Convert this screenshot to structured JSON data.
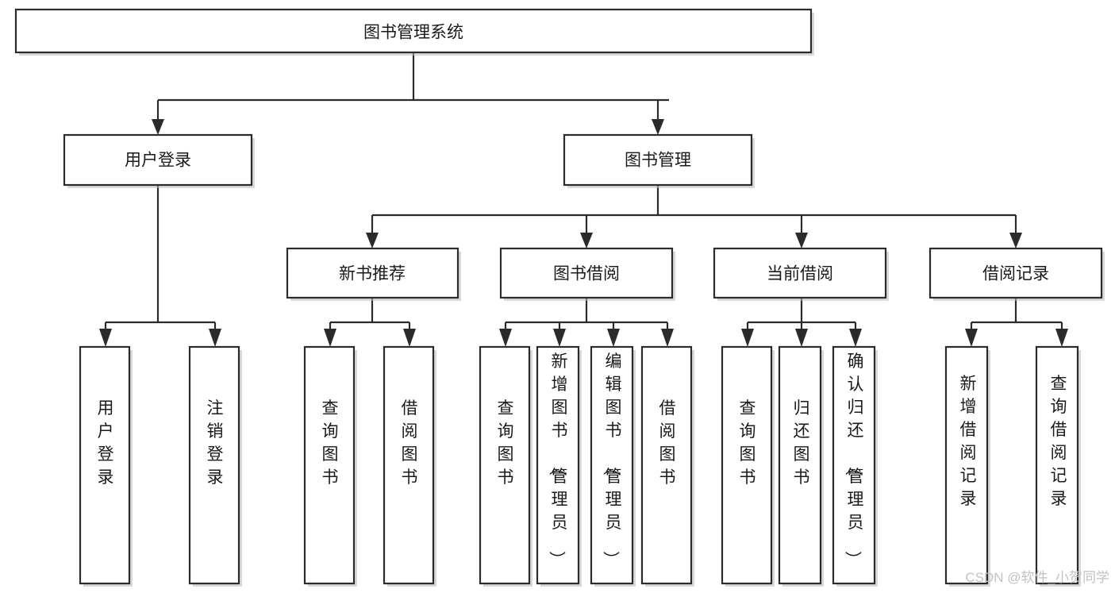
{
  "diagram": {
    "title": "图书管理系统",
    "type": "tree",
    "orientation": "top-down",
    "colors": {
      "box_stroke": "#2b2b2b",
      "box_fill": "#ffffff",
      "connector": "#2b2b2b",
      "text": "#1a1a1a",
      "watermark": "#c2c2c2",
      "background": "#ffffff"
    },
    "nodes": {
      "root": {
        "label": "图书管理系统",
        "level": 0,
        "orientation": "horizontal"
      },
      "level1": [
        {
          "id": "user-login",
          "label": "用户登录",
          "orientation": "horizontal"
        },
        {
          "id": "book-management",
          "label": "图书管理",
          "orientation": "horizontal"
        }
      ],
      "level2": [
        {
          "id": "new-book-recommend",
          "label": "新书推荐",
          "parent": "book-management",
          "orientation": "horizontal"
        },
        {
          "id": "book-borrow",
          "label": "图书借阅",
          "parent": "book-management",
          "orientation": "horizontal"
        },
        {
          "id": "current-borrow",
          "label": "当前借阅",
          "parent": "book-management",
          "orientation": "horizontal"
        },
        {
          "id": "borrow-record",
          "label": "借阅记录",
          "parent": "book-management",
          "orientation": "horizontal"
        }
      ],
      "leaves": [
        {
          "id": "leaf-user-login",
          "label": "用户登录",
          "parent": "user-login",
          "orientation": "vertical"
        },
        {
          "id": "leaf-user-logout",
          "label": "注销登录",
          "parent": "user-login",
          "orientation": "vertical"
        },
        {
          "id": "leaf-query-book-1",
          "label": "查询图书",
          "parent": "new-book-recommend",
          "orientation": "vertical"
        },
        {
          "id": "leaf-borrow-book-1",
          "label": "借阅图书",
          "parent": "new-book-recommend",
          "orientation": "vertical"
        },
        {
          "id": "leaf-query-book-2",
          "label": "查询图书",
          "parent": "book-borrow",
          "orientation": "vertical"
        },
        {
          "id": "leaf-add-book",
          "label": "新增图书（管理员）",
          "parent": "book-borrow",
          "orientation": "vertical"
        },
        {
          "id": "leaf-edit-book",
          "label": "编辑图书（管理员）",
          "parent": "book-borrow",
          "orientation": "vertical"
        },
        {
          "id": "leaf-borrow-book-2",
          "label": "借阅图书",
          "parent": "book-borrow",
          "orientation": "vertical"
        },
        {
          "id": "leaf-query-book-3",
          "label": "查询图书",
          "parent": "current-borrow",
          "orientation": "vertical"
        },
        {
          "id": "leaf-return-book",
          "label": "归还图书",
          "parent": "current-borrow",
          "orientation": "vertical"
        },
        {
          "id": "leaf-confirm-return",
          "label": "确认归还（管理员）",
          "parent": "current-borrow",
          "orientation": "vertical"
        },
        {
          "id": "leaf-add-record",
          "label": "新增借阅记录",
          "parent": "borrow-record",
          "orientation": "vertical"
        },
        {
          "id": "leaf-query-record",
          "label": "查询借阅记录",
          "parent": "borrow-record",
          "orientation": "vertical"
        }
      ]
    },
    "watermark": "CSDN @软件_小贺同学"
  }
}
